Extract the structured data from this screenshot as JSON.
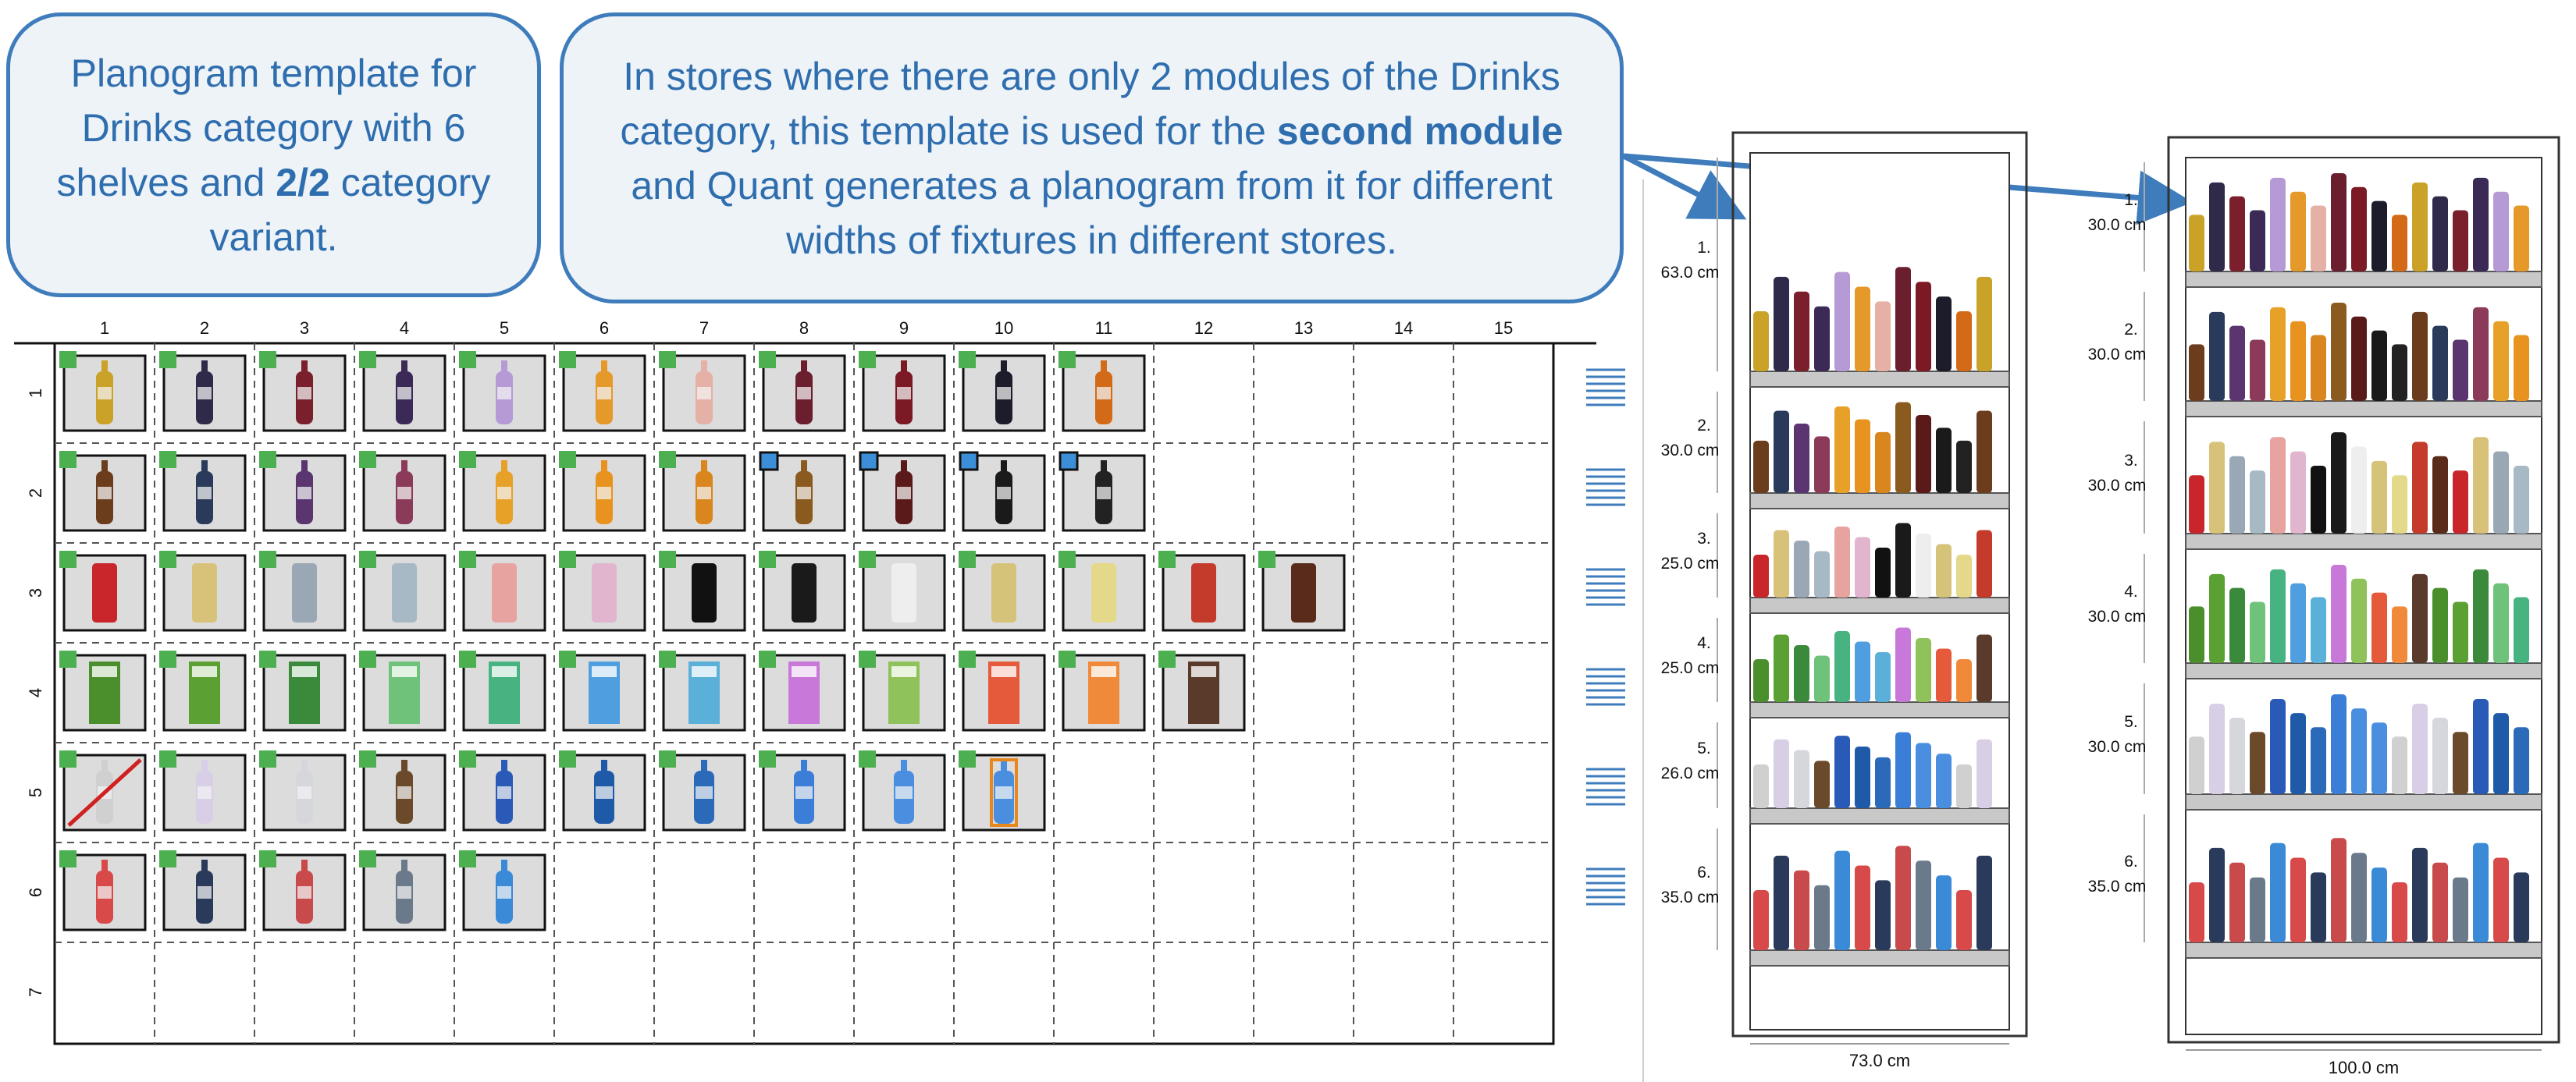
{
  "callouts": {
    "left": {
      "pre": "Planogram template for Drinks category with 6 shelves and ",
      "bold": "2/2",
      "post": " category variant."
    },
    "right": {
      "pre": "In stores where there are only 2 modules of the Drinks category, this template is used for the ",
      "bold": "second module",
      "post": " and Quant generates a planogram from it for different widths of fixtures in different stores."
    }
  },
  "grid": {
    "columns": [
      "1",
      "2",
      "3",
      "4",
      "5",
      "6",
      "7",
      "8",
      "9",
      "10",
      "11",
      "12",
      "13",
      "14",
      "15"
    ],
    "rows": [
      "1",
      "2",
      "3",
      "4",
      "5",
      "6",
      "7"
    ],
    "row_item_counts": [
      11,
      11,
      13,
      12,
      10,
      5,
      0
    ]
  },
  "fixture_73": {
    "width_label": "73.0 cm",
    "shelves": [
      {
        "num": "1.",
        "height": "63.0 cm"
      },
      {
        "num": "2.",
        "height": "30.0 cm"
      },
      {
        "num": "3.",
        "height": "25.0 cm"
      },
      {
        "num": "4.",
        "height": "25.0 cm"
      },
      {
        "num": "5.",
        "height": "26.0 cm"
      },
      {
        "num": "6.",
        "height": "35.0 cm"
      }
    ]
  },
  "fixture_100": {
    "width_label": "100.0 cm",
    "shelves": [
      {
        "num": "1.",
        "height": "30.0 cm"
      },
      {
        "num": "2.",
        "height": "30.0 cm"
      },
      {
        "num": "3.",
        "height": "30.0 cm"
      },
      {
        "num": "4.",
        "height": "30.0 cm"
      },
      {
        "num": "5.",
        "height": "30.0 cm"
      },
      {
        "num": "6.",
        "height": "35.0 cm"
      }
    ]
  },
  "colors": {
    "accent": "#3f7cbc",
    "marker_green": "#4caf50",
    "marker_blue": "#3d8ed8",
    "cell_fill": "#dcdcdc",
    "shelf": "#c8c8c8"
  }
}
